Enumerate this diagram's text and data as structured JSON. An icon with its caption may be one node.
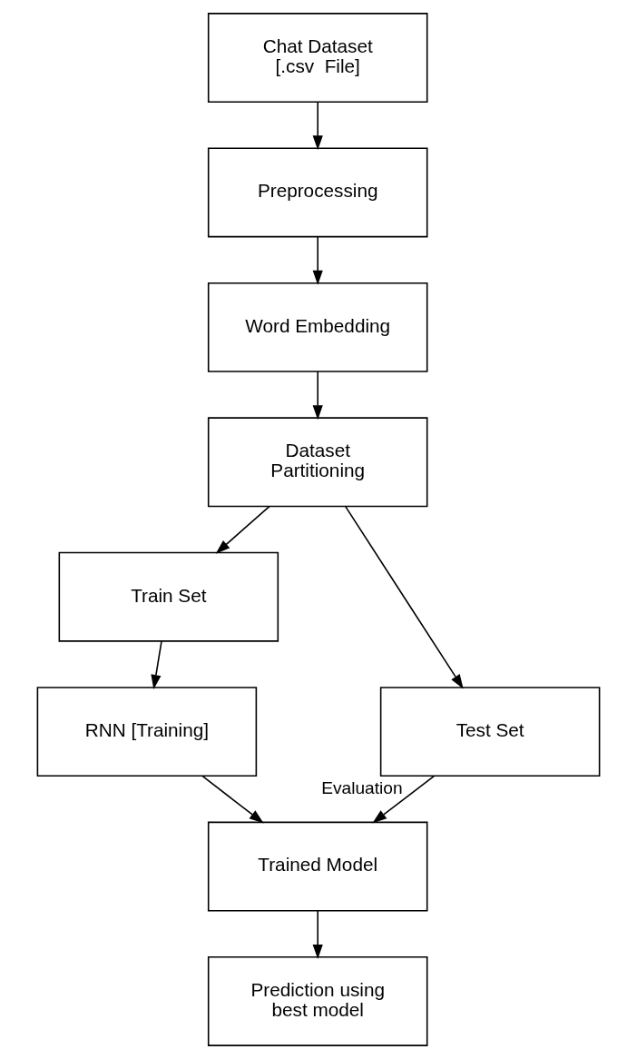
{
  "diagram": {
    "nodes": [
      {
        "text": [
          "Chat Dataset [.csv  File]"
        ]
      },
      {
        "text": [
          "Preprocessing"
        ]
      },
      {
        "text": [
          "Word Embedding"
        ]
      },
      {
        "text": [
          "Dataset Partitioning"
        ]
      },
      {
        "text": [
          "Train Set"
        ]
      },
      {
        "text": [
          "Test Set"
        ]
      },
      {
        "text": [
          "RNN [Training]"
        ]
      },
      {
        "text": [
          "Trained Model"
        ]
      },
      {
        "text": [
          "Prediction using best model"
        ]
      }
    ],
    "edges": [
      {
        "from": 0,
        "to": 1,
        "arrow": "to"
      },
      {
        "from": 1,
        "to": 2,
        "arrow": "to"
      },
      {
        "from": 2,
        "to": 3,
        "arrow": "to"
      },
      {
        "from": 3,
        "to": 4,
        "arrow": "to"
      },
      {
        "from": 3,
        "to": 5,
        "arrow": "to"
      },
      {
        "from": 4,
        "to": 6,
        "arrow": "to"
      },
      {
        "from": 6,
        "to": 7,
        "arrow": "to"
      },
      {
        "from": 5,
        "to": 7,
        "arrow": "to",
        "label": "Evaluation"
      },
      {
        "from": 7,
        "to": 8,
        "arrow": "to"
      }
    ]
  }
}
